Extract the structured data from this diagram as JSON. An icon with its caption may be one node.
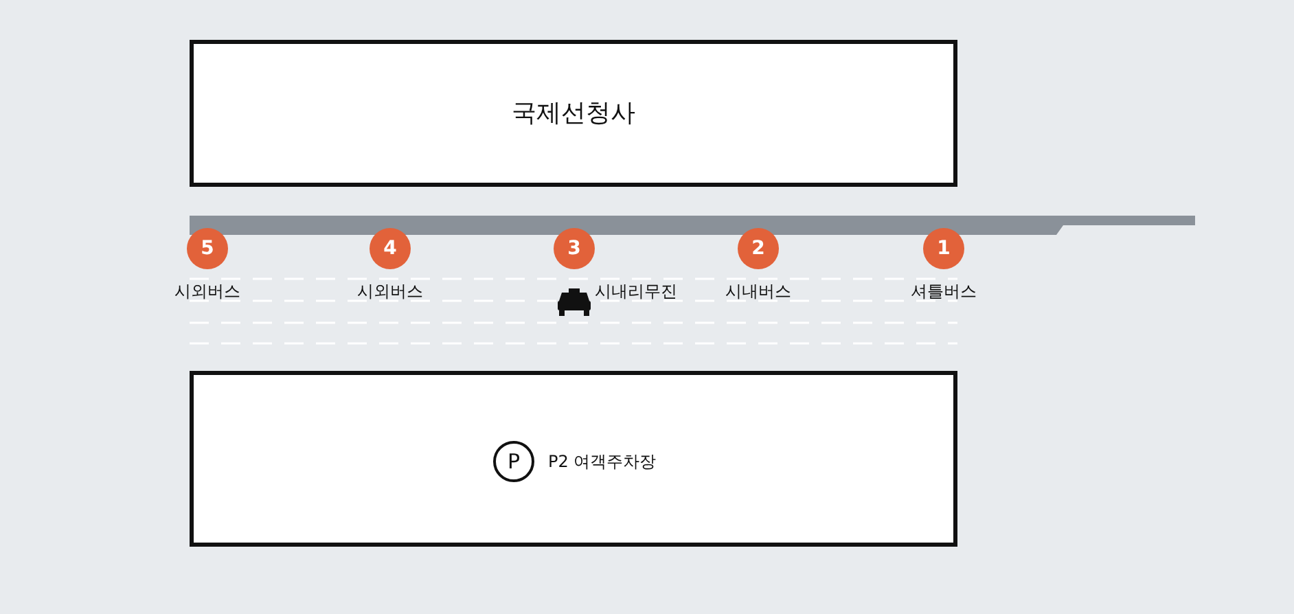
{
  "diagram": {
    "nodes": [
      {
        "text": [
          "국제선청사"
        ]
      },
      {
        "text": [
          "5"
        ],
        "beside": [
          "시외버스"
        ]
      },
      {
        "text": [
          "4"
        ],
        "beside": [
          "시외버스"
        ]
      },
      {
        "text": [
          "3"
        ],
        "beside": [
          "시내리무진"
        ]
      },
      {
        "text": [
          "2"
        ],
        "beside": [
          "시내버스"
        ]
      },
      {
        "text": [
          "1"
        ],
        "beside": [
          "셔틀버스"
        ]
      },
      {
        "text": [
          "P2 여객주차장"
        ]
      },
      {
        "text": [
          "P"
        ],
        "in": 6
      }
    ]
  }
}
